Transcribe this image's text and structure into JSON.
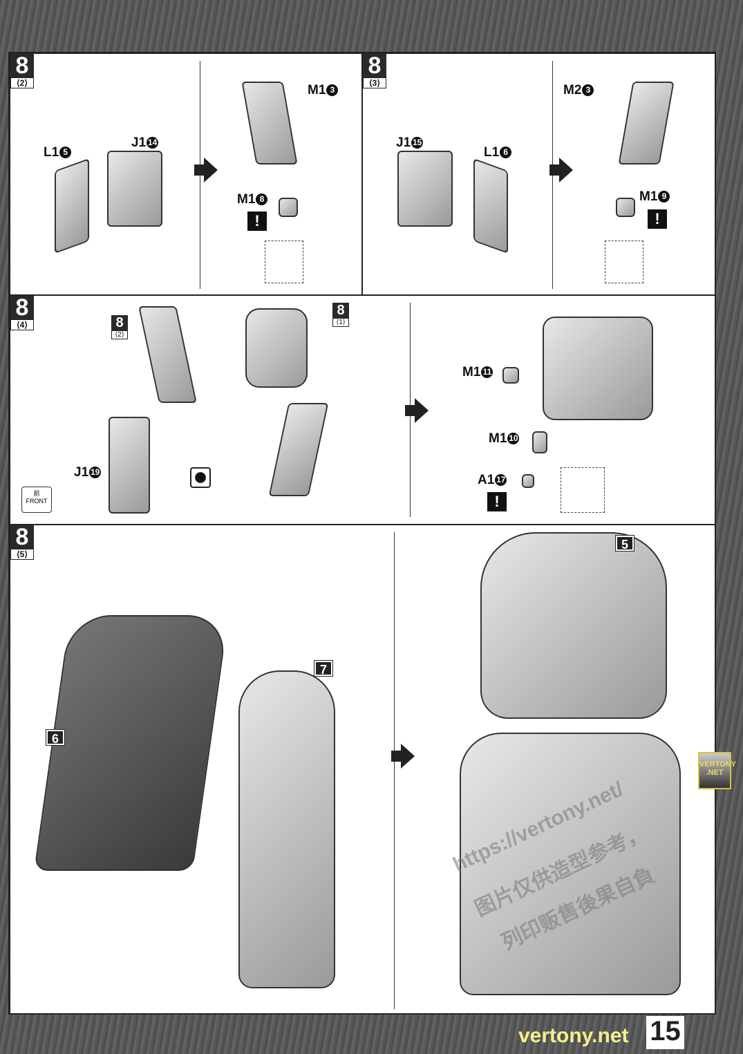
{
  "page_number": "15",
  "steps": [
    {
      "num": "8",
      "sub": "⟨2⟩",
      "labels": [
        {
          "part": "L1",
          "no": "5"
        },
        {
          "part": "J1",
          "no": "14"
        },
        {
          "part": "M1",
          "no": "3"
        },
        {
          "part": "M1",
          "no": "8"
        }
      ],
      "warn": "!"
    },
    {
      "num": "8",
      "sub": "⟨3⟩",
      "labels": [
        {
          "part": "J1",
          "no": "15"
        },
        {
          "part": "L1",
          "no": "6"
        },
        {
          "part": "M2",
          "no": "3"
        },
        {
          "part": "M1",
          "no": "9"
        }
      ],
      "warn": "!"
    },
    {
      "num": "8",
      "sub": "⟨4⟩",
      "refs": [
        {
          "num": "8",
          "sub": "⟨2⟩"
        },
        {
          "num": "8",
          "sub": "⟨1⟩"
        }
      ],
      "labels": [
        {
          "part": "J1",
          "no": "19"
        },
        {
          "part": "M1",
          "no": "11"
        },
        {
          "part": "M1",
          "no": "10"
        },
        {
          "part": "A1",
          "no": "17"
        }
      ],
      "warn": "!",
      "front_kanji": "前",
      "front_label": "FRONT"
    },
    {
      "num": "8",
      "sub": "⟨5⟩",
      "assemblies": [
        "6",
        "7",
        "5"
      ]
    }
  ],
  "watermark": {
    "line1": "https://vertony.net/",
    "line2": "图片仅供造型参考，",
    "line3": "列印贩售後果自負"
  },
  "logo": "VERTONY .NET",
  "site": "vertony.net"
}
